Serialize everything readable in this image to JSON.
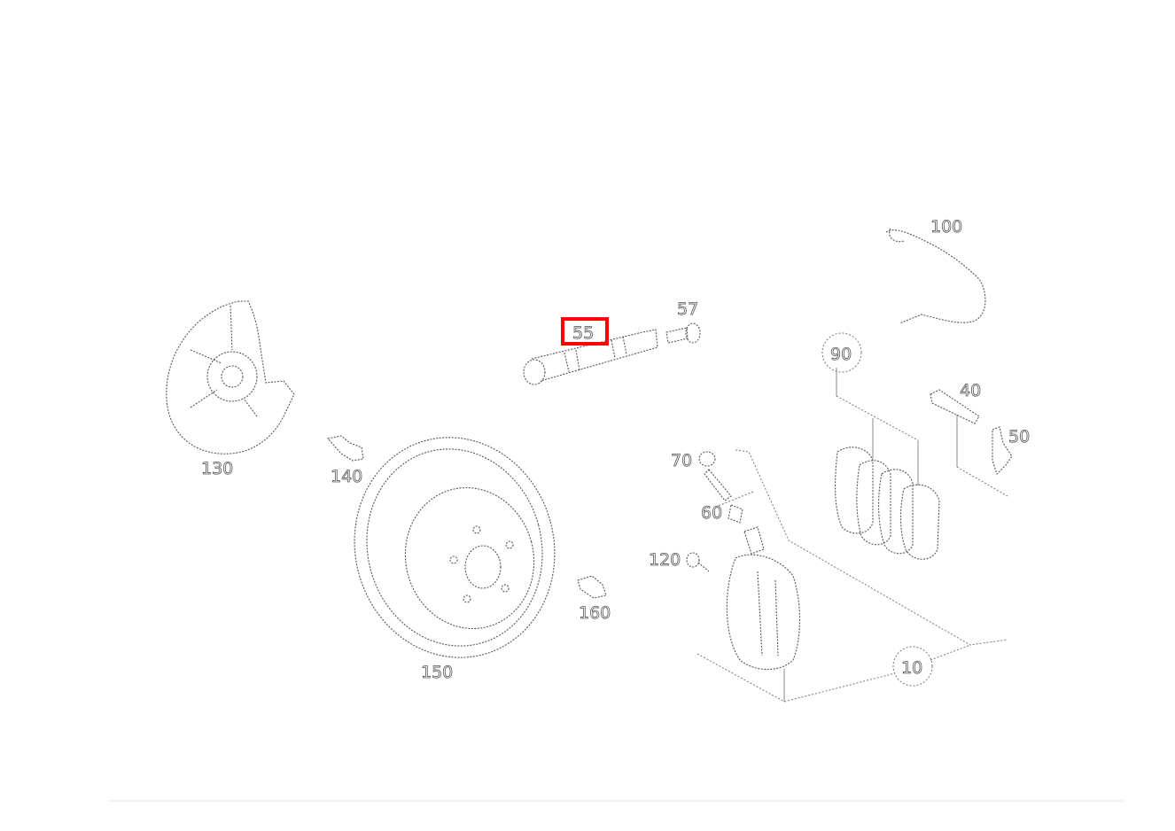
{
  "diagram": {
    "selected_part": "55",
    "highlight_color": "#ff0000",
    "labels": {
      "p100": "100",
      "p57": "57",
      "p55": "55",
      "p90": "90",
      "p40": "40",
      "p50": "50",
      "p130": "130",
      "p140": "140",
      "p70": "70",
      "p60": "60",
      "p120": "120",
      "p160": "160",
      "p150": "150",
      "p10": "10"
    }
  }
}
